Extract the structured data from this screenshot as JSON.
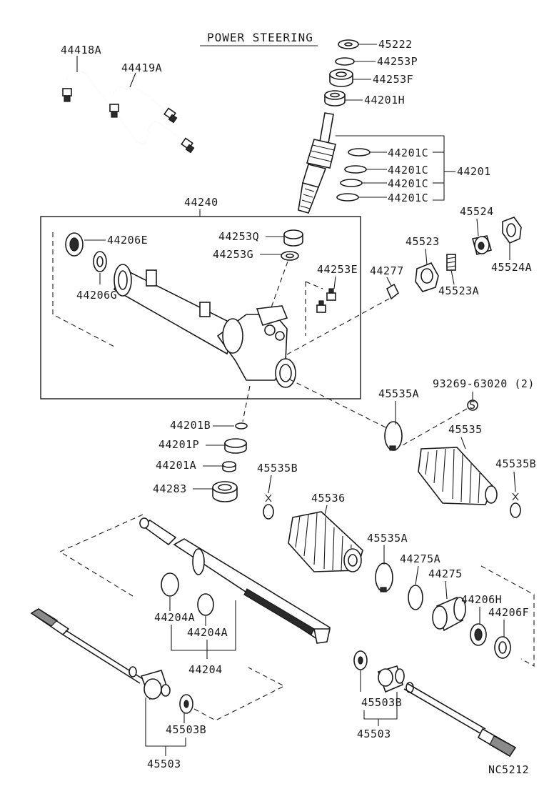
{
  "title": "POWER STEERING",
  "drawing_code": "NC5212",
  "labels": {
    "l45222": "45222",
    "l44253P": "44253P",
    "l44253F": "44253F",
    "l44201H": "44201H",
    "l44201C_1": "44201C",
    "l44201C_2": "44201C",
    "l44201C_3": "44201C",
    "l44201C_4": "44201C",
    "l44201": "44201",
    "l44418A": "44418A",
    "l44419A": "44419A",
    "l44240": "44240",
    "l44206E": "44206E",
    "l44206G": "44206G",
    "l44253Q": "44253Q",
    "l44253G": "44253G",
    "l44253E": "44253E",
    "l44277": "44277",
    "l45523": "45523",
    "l45523A": "45523A",
    "l45524": "45524",
    "l45524A": "45524A",
    "l93269": "93269-63020 (2)",
    "l45535A_1": "45535A",
    "l45535": "45535",
    "l45535B_1": "45535B",
    "l45535B_2": "45535B",
    "l44201B": "44201B",
    "l44201P": "44201P",
    "l44201A": "44201A",
    "l44283": "44283",
    "l45536": "45536",
    "l45535A_2": "45535A",
    "l44275A": "44275A",
    "l44275": "44275",
    "l44206H": "44206H",
    "l44206F": "44206F",
    "l44204A_1": "44204A",
    "l44204A_2": "44204A",
    "l44204": "44204",
    "l45503B_1": "45503B",
    "l45503B_2": "45503B",
    "l45503_1": "45503",
    "l45503_2": "45503",
    "s_symbol": "S"
  }
}
